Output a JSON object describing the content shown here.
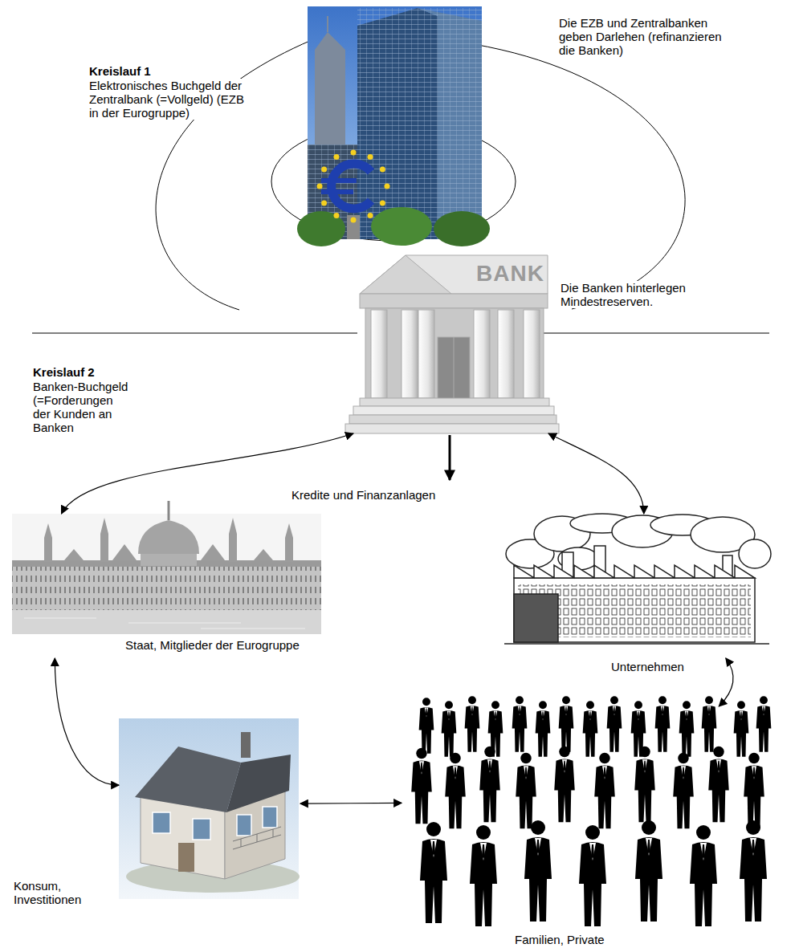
{
  "diagram": {
    "nodes": [
      {
        "text": [
          "BANK"
        ]
      },
      {
        "text": [
          "Staat, Mitglieder der Eurogruppe"
        ]
      },
      {
        "text": [
          "Unternehmen"
        ]
      },
      {
        "text": [
          "Konsum, Investitionen"
        ]
      },
      {
        "text": [
          "Familien, Private"
        ]
      }
    ],
    "edges": [
      {
        "from": 0,
        "to": 1,
        "arrow": "both"
      },
      {
        "from": 0,
        "to": 2,
        "arrow": "both"
      },
      {
        "from": 1,
        "to": 3,
        "arrow": "both"
      },
      {
        "from": 3,
        "to": 4,
        "arrow": "both"
      },
      {
        "from": 4,
        "to": 2,
        "arrow": "both"
      }
    ],
    "labels": [
      "Kreislauf 1",
      "Elektronisches Buchgeld der Zentralbank (=Vollgeld) (EZB in der Eurogruppe)",
      "Die EZB und Zentralbanken geben Darlehen (refinanzieren die Banken)",
      "Die Banken hinterlegen Mindestreserven.",
      "Kreislauf 2",
      "Banken-Buchgeld (=Forderungen der Kunden an Banken",
      "Kredite und Finanzanlagen"
    ]
  }
}
